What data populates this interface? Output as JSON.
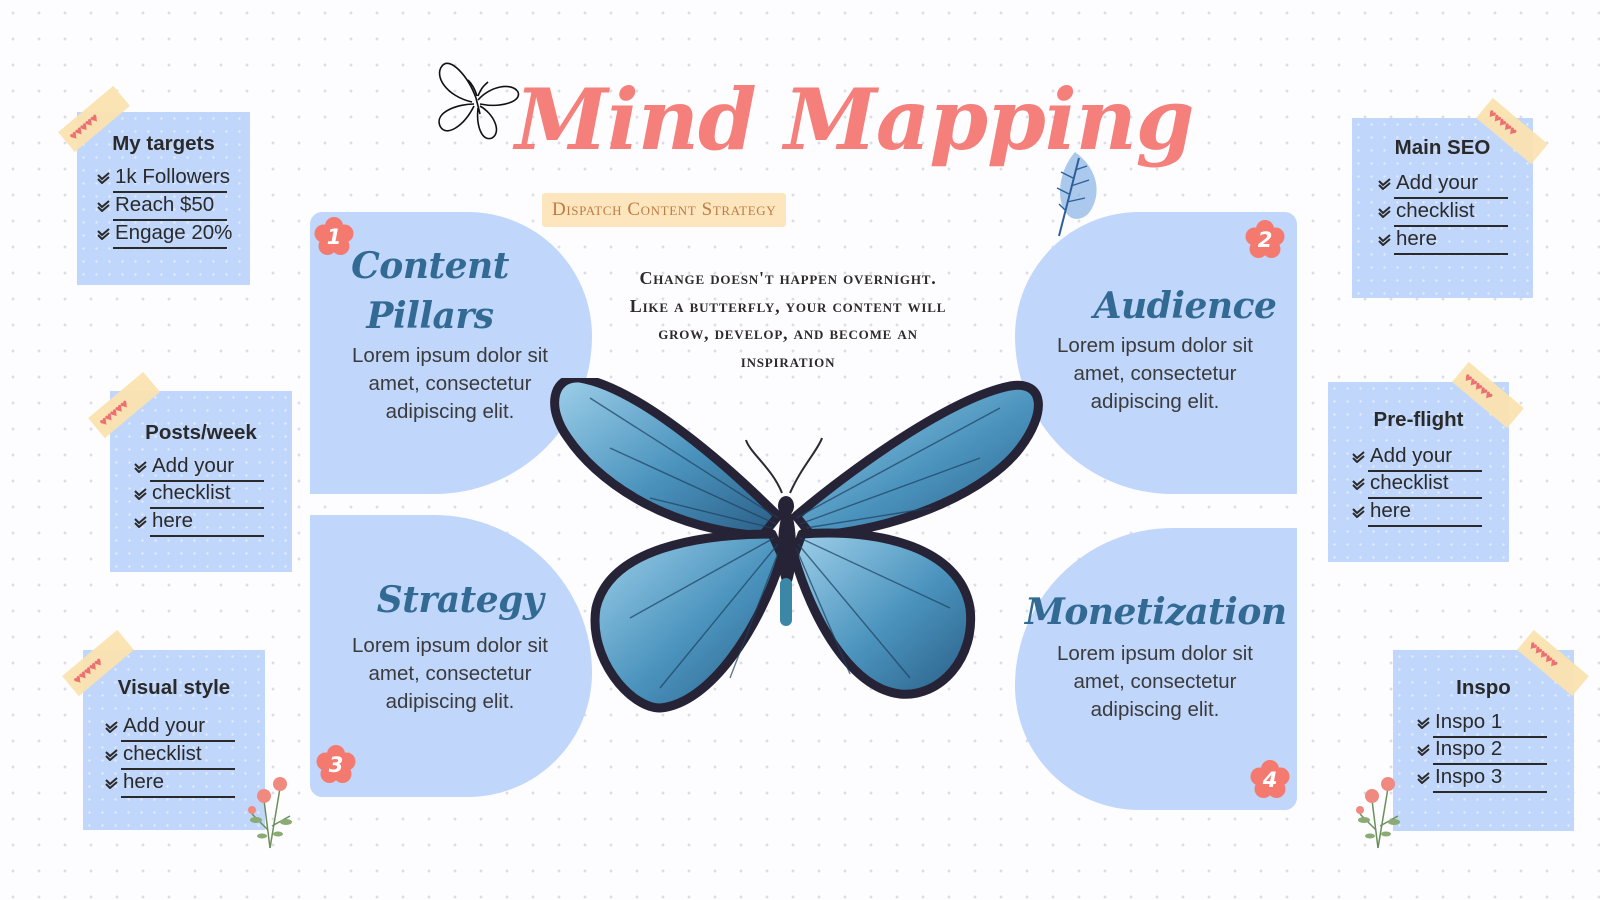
{
  "header": {
    "title": "Mind Mapping",
    "subtitle": "Dispatch Content Strategy"
  },
  "quote": "Change doesn't happen overnight. Like a butterfly, your content will grow, develop, and become an inspiration",
  "sections": [
    {
      "number": "1",
      "title_line1": "Content",
      "title_line2": "Pillars",
      "body_line1": "Lorem ipsum dolor sit",
      "body_line2": "amet, consectetur",
      "body_line3": "adipiscing elit."
    },
    {
      "number": "2",
      "title_line1": "Audience",
      "body_line1": "Lorem ipsum dolor sit",
      "body_line2": "amet, consectetur",
      "body_line3": "adipiscing elit."
    },
    {
      "number": "3",
      "title_line1": "Strategy",
      "body_line1": "Lorem ipsum dolor sit",
      "body_line2": "amet, consectetur",
      "body_line3": "adipiscing elit."
    },
    {
      "number": "4",
      "title_line1": "Monetization",
      "body_line1": "Lorem ipsum dolor sit",
      "body_line2": "amet, consectetur",
      "body_line3": "adipiscing elit."
    }
  ],
  "notes": {
    "targets": {
      "title": "My targets",
      "items": [
        "1k Followers",
        "Reach $50",
        "Engage 20%"
      ]
    },
    "posts": {
      "title": "Posts/week",
      "items": [
        "Add your",
        "checklist",
        "here"
      ]
    },
    "visual": {
      "title": "Visual style",
      "items": [
        "Add your",
        "checklist",
        "here"
      ]
    },
    "seo": {
      "title": "Main SEO",
      "items": [
        "Add your",
        "checklist",
        "here"
      ]
    },
    "preflight": {
      "title": "Pre-flight",
      "items": [
        "Add your",
        "checklist",
        "here"
      ]
    },
    "inspo": {
      "title": "Inspo",
      "items": [
        "Inspo 1",
        "Inspo 2",
        "Inspo 3"
      ]
    }
  },
  "colors": {
    "title": "#f57f7a",
    "panel": "#c0d6fb",
    "heading": "#336a93",
    "flower": "#f47a70",
    "tape": "#fbe3b1",
    "butterfly": "#4a93bd"
  },
  "icons": [
    "butterfly-outline-icon",
    "leaf-icon",
    "butterfly-illustration",
    "flower-sprig-icon",
    "heart-tape-icon",
    "checkmark-icon"
  ]
}
